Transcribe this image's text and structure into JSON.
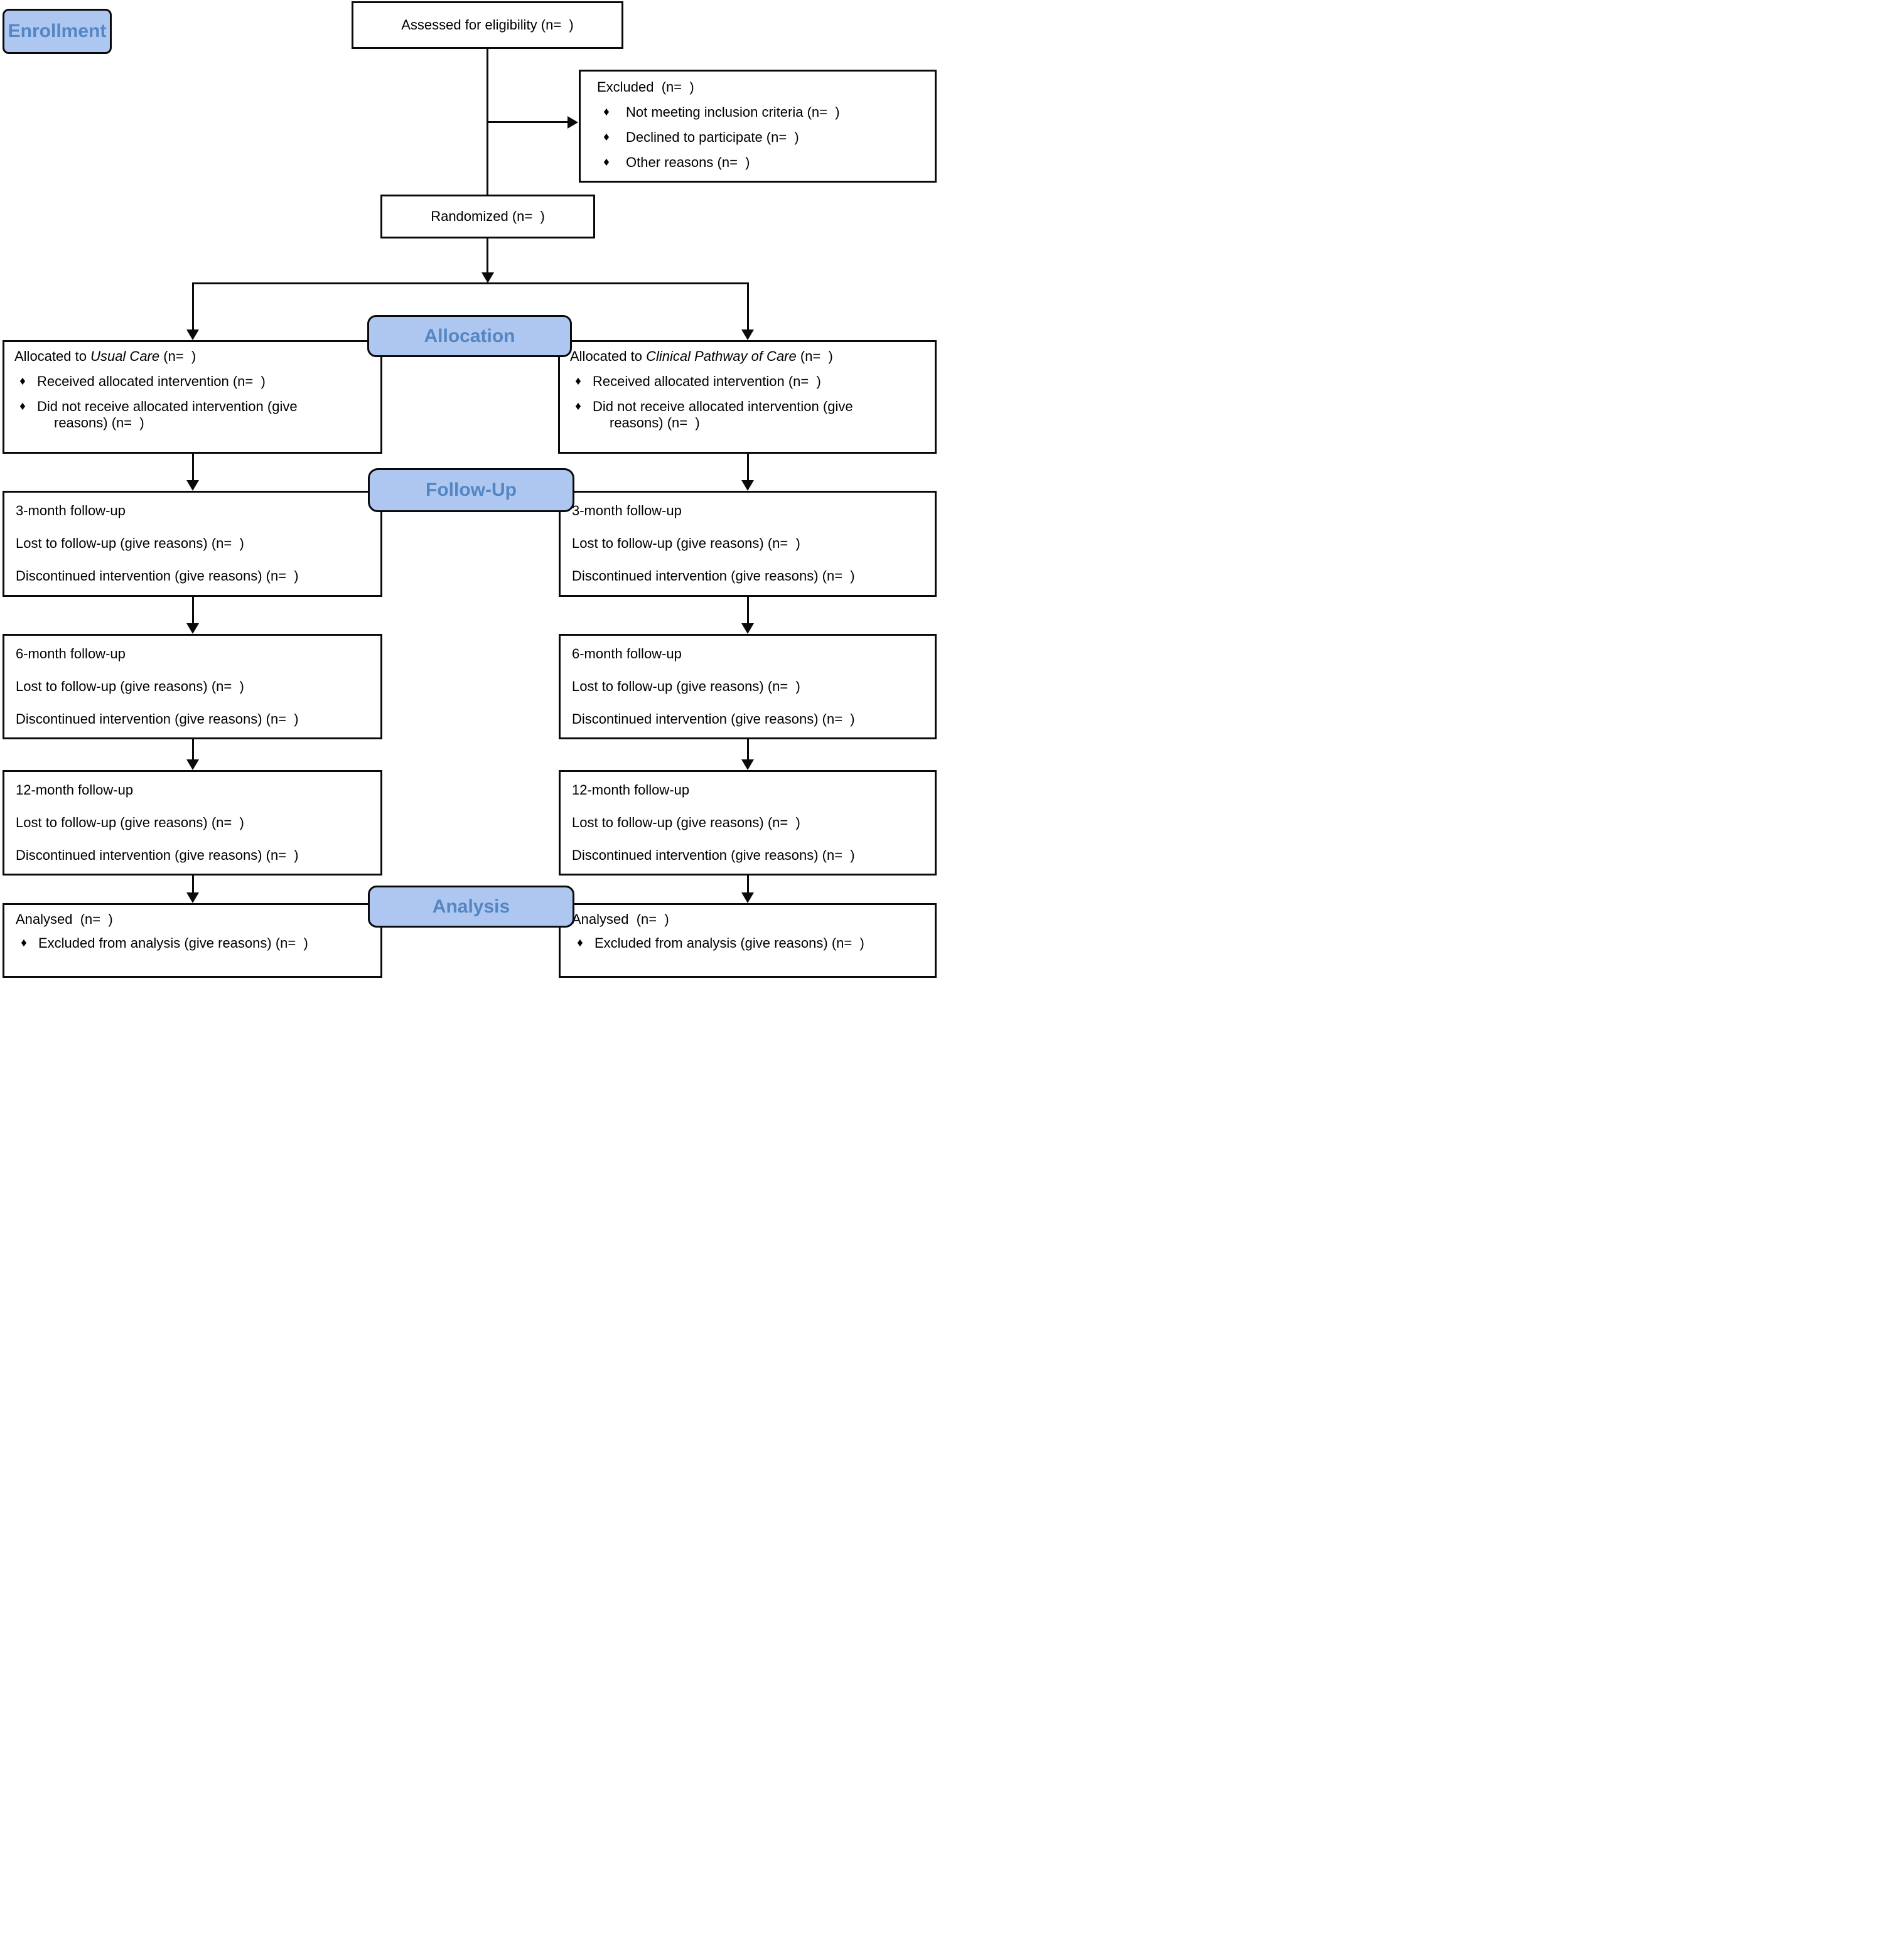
{
  "glyphs": {
    "bullet": "♦"
  },
  "colors": {
    "label_fill": "#ADC7F1",
    "label_text": "#5585C2",
    "box_border": "#0a0a0a",
    "background": "#ffffff"
  },
  "stage_labels": {
    "enrollment": "Enrollment",
    "allocation": "Allocation",
    "follow_up": "Follow-Up",
    "analysis": "Analysis"
  },
  "enrollment": {
    "assessed": "Assessed for eligibility (n=  )",
    "excluded": {
      "title": "Excluded  (n=  )",
      "bullets": [
        "Not meeting inclusion criteria (n=  )",
        "Declined to participate (n=  )",
        "Other reasons (n=  )"
      ]
    },
    "randomized": "Randomized (n=  )"
  },
  "allocation": {
    "left": {
      "title_prefix": "Allocated to ",
      "title_italic": "Usual Care",
      "title_suffix": " (n=  )",
      "bullet1": "Received allocated intervention (n=  )",
      "bullet2_line1": "Did not receive allocated intervention (give",
      "bullet2_line2": "reasons) (n=  )"
    },
    "right": {
      "title_prefix": "Allocated to ",
      "title_italic": "Clinical Pathway of Care",
      "title_suffix": " (n=  )",
      "bullet1": "Received allocated intervention (n=  )",
      "bullet2_line1": "Did not receive allocated intervention (give",
      "bullet2_line2": "reasons) (n=  )"
    }
  },
  "follow_up": {
    "rows": [
      {
        "left": {
          "title": "3-month follow-up",
          "lost": "Lost to follow-up (give reasons) (n=  )",
          "discontinued": "Discontinued intervention (give reasons) (n=  )"
        },
        "right": {
          "title": "3-month follow-up",
          "lost": "Lost to follow-up (give reasons) (n=  )",
          "discontinued": "Discontinued intervention (give reasons) (n=  )"
        }
      },
      {
        "left": {
          "title": "6-month follow-up",
          "lost": "Lost to follow-up (give reasons) (n=  )",
          "discontinued": "Discontinued intervention (give reasons) (n=  )"
        },
        "right": {
          "title": "6-month follow-up",
          "lost": "Lost to follow-up (give reasons) (n=  )",
          "discontinued": "Discontinued intervention (give reasons) (n=  )"
        }
      },
      {
        "left": {
          "title": "12-month follow-up",
          "lost": "Lost to follow-up (give reasons) (n=  )",
          "discontinued": "Discontinued intervention (give reasons) (n=  )"
        },
        "right": {
          "title": "12-month follow-up",
          "lost": "Lost to follow-up (give reasons) (n=  )",
          "discontinued": "Discontinued intervention (give reasons) (n=  )"
        }
      }
    ]
  },
  "analysis": {
    "left": {
      "title": "Analysed  (n=  )",
      "bullet": "Excluded from analysis (give reasons) (n=  )"
    },
    "right": {
      "title": "Analysed  (n=  )",
      "bullet": "Excluded from analysis (give reasons) (n=  )"
    }
  }
}
